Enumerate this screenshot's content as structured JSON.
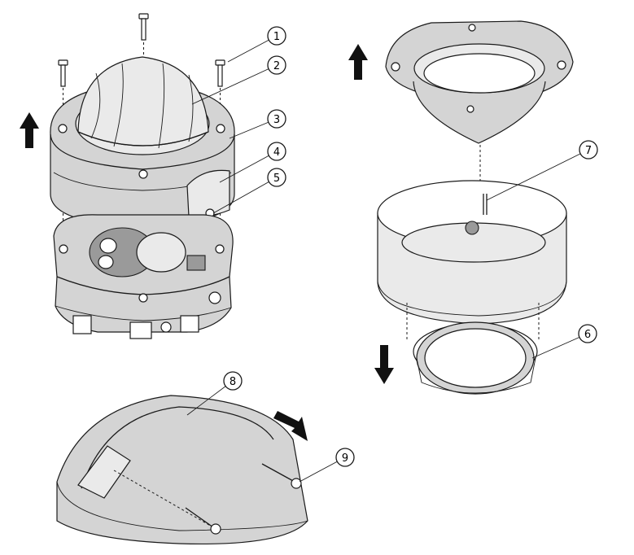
{
  "callouts": [
    {
      "number": "1"
    },
    {
      "number": "2"
    },
    {
      "number": "3"
    },
    {
      "number": "4"
    },
    {
      "number": "5"
    },
    {
      "number": "6"
    },
    {
      "number": "7"
    },
    {
      "number": "8"
    },
    {
      "number": "9"
    }
  ],
  "colors": {
    "outline": "#1a1a1a",
    "housing_shade": "#d4d4d4",
    "light_shade": "#eaeaea",
    "dark_shade": "#9a9a9a"
  },
  "icons": [
    "arrow-up-icon",
    "arrow-down-icon",
    "arrow-diagonal-icon"
  ]
}
